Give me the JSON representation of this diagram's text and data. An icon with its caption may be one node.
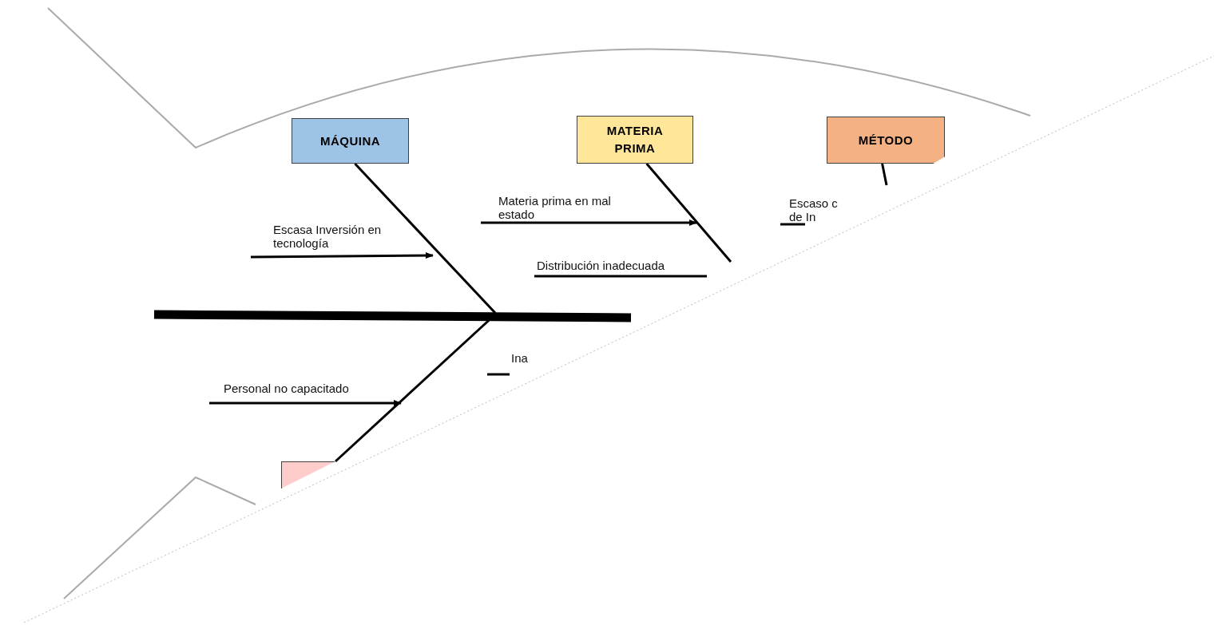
{
  "diagram": {
    "nodes": [
      {
        "text": [
          "MÁQUINA"
        ]
      },
      {
        "text": [
          "MATERIA PRIMA"
        ]
      },
      {
        "text": [
          "MÉTODO"
        ]
      },
      {
        "text": [],
        "shape": "box"
      },
      {
        "text": [
          "Escasa Inversión en tecnología"
        ]
      },
      {
        "text": [
          "Materia prima en mal estado"
        ]
      },
      {
        "text": [
          "Distribución inadecuada"
        ]
      },
      {
        "text": [
          "Escaso c de In"
        ]
      },
      {
        "text": [
          "Ina"
        ]
      },
      {
        "text": [
          "Personal no capacitado"
        ]
      }
    ],
    "edges": [
      {
        "from": 0,
        "to": null,
        "arrow": "none"
      },
      {
        "from": 1,
        "to": null,
        "arrow": "none"
      },
      {
        "from": 2,
        "to": null,
        "arrow": "none"
      },
      {
        "from": 3,
        "to": null,
        "arrow": "none"
      },
      {
        "from": 4,
        "to": null,
        "arrow": "to"
      },
      {
        "from": 5,
        "to": null,
        "arrow": "to"
      },
      {
        "from": 6,
        "to": null,
        "arrow": "none"
      },
      {
        "from": 7,
        "to": null,
        "arrow": "none"
      },
      {
        "from": 8,
        "to": null,
        "arrow": "none"
      },
      {
        "from": 9,
        "to": null,
        "arrow": "to"
      }
    ]
  }
}
